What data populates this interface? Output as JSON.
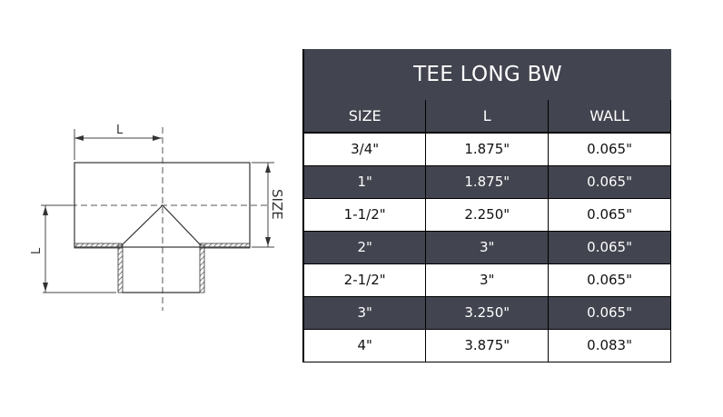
{
  "drawing": {
    "label_L_top": "L",
    "label_L_left": "L",
    "label_size": "SIZE"
  },
  "table": {
    "title": "TEE LONG BW",
    "headers": [
      "SIZE",
      "L",
      "WALL"
    ],
    "rows": [
      {
        "size": "3/4\"",
        "l": "1.875\"",
        "wall": "0.065\""
      },
      {
        "size": "1\"",
        "l": "1.875\"",
        "wall": "0.065\""
      },
      {
        "size": "1-1/2\"",
        "l": "2.250\"",
        "wall": "0.065\""
      },
      {
        "size": "2\"",
        "l": "3\"",
        "wall": "0.065\""
      },
      {
        "size": "2-1/2\"",
        "l": "3\"",
        "wall": "0.065\""
      },
      {
        "size": "3\"",
        "l": "3.250\"",
        "wall": "0.065\""
      },
      {
        "size": "4\"",
        "l": "3.875\"",
        "wall": "0.083\""
      }
    ]
  },
  "colors": {
    "header_bg": "#42444f",
    "header_text": "#ffffff",
    "border": "#000000"
  }
}
